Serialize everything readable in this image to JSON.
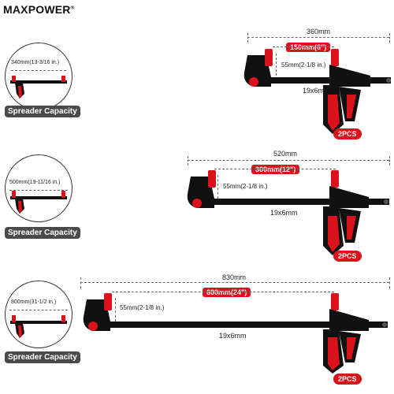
{
  "brand": {
    "name": "MAXPOWER",
    "reg": "®"
  },
  "icons": [
    "registered-mark",
    "bar-clamp-illustration",
    "clamp-thumbnail"
  ],
  "colors": {
    "accent": "#d9121b",
    "body": "#111111",
    "badge": "#4a4a4a"
  },
  "rows": [
    {
      "length": "360mm",
      "capacity": "150mm(6\")",
      "depth": "55mm(2-1/8 in.)",
      "bar": "19x6mm",
      "quantity": "2PCS",
      "spreader_capacity": "340mm(13-3/16 in.)",
      "spreader_label": "Spreader Capacity"
    },
    {
      "length": "520mm",
      "capacity": "300mm(12\")",
      "depth": "55mm(2-1/8 in.)",
      "bar": "19x6mm",
      "quantity": "2PCS",
      "spreader_capacity": "500mm(19-11/16 in.)",
      "spreader_label": "Spreader Capacity"
    },
    {
      "length": "830mm",
      "capacity": "600mm(24\")",
      "depth": "55mm(2-1/8 in.)",
      "bar": "19x6mm",
      "quantity": "2PCS",
      "spreader_capacity": "800mm(31-1/2 in.)",
      "spreader_label": "Spreader Capacity"
    }
  ]
}
